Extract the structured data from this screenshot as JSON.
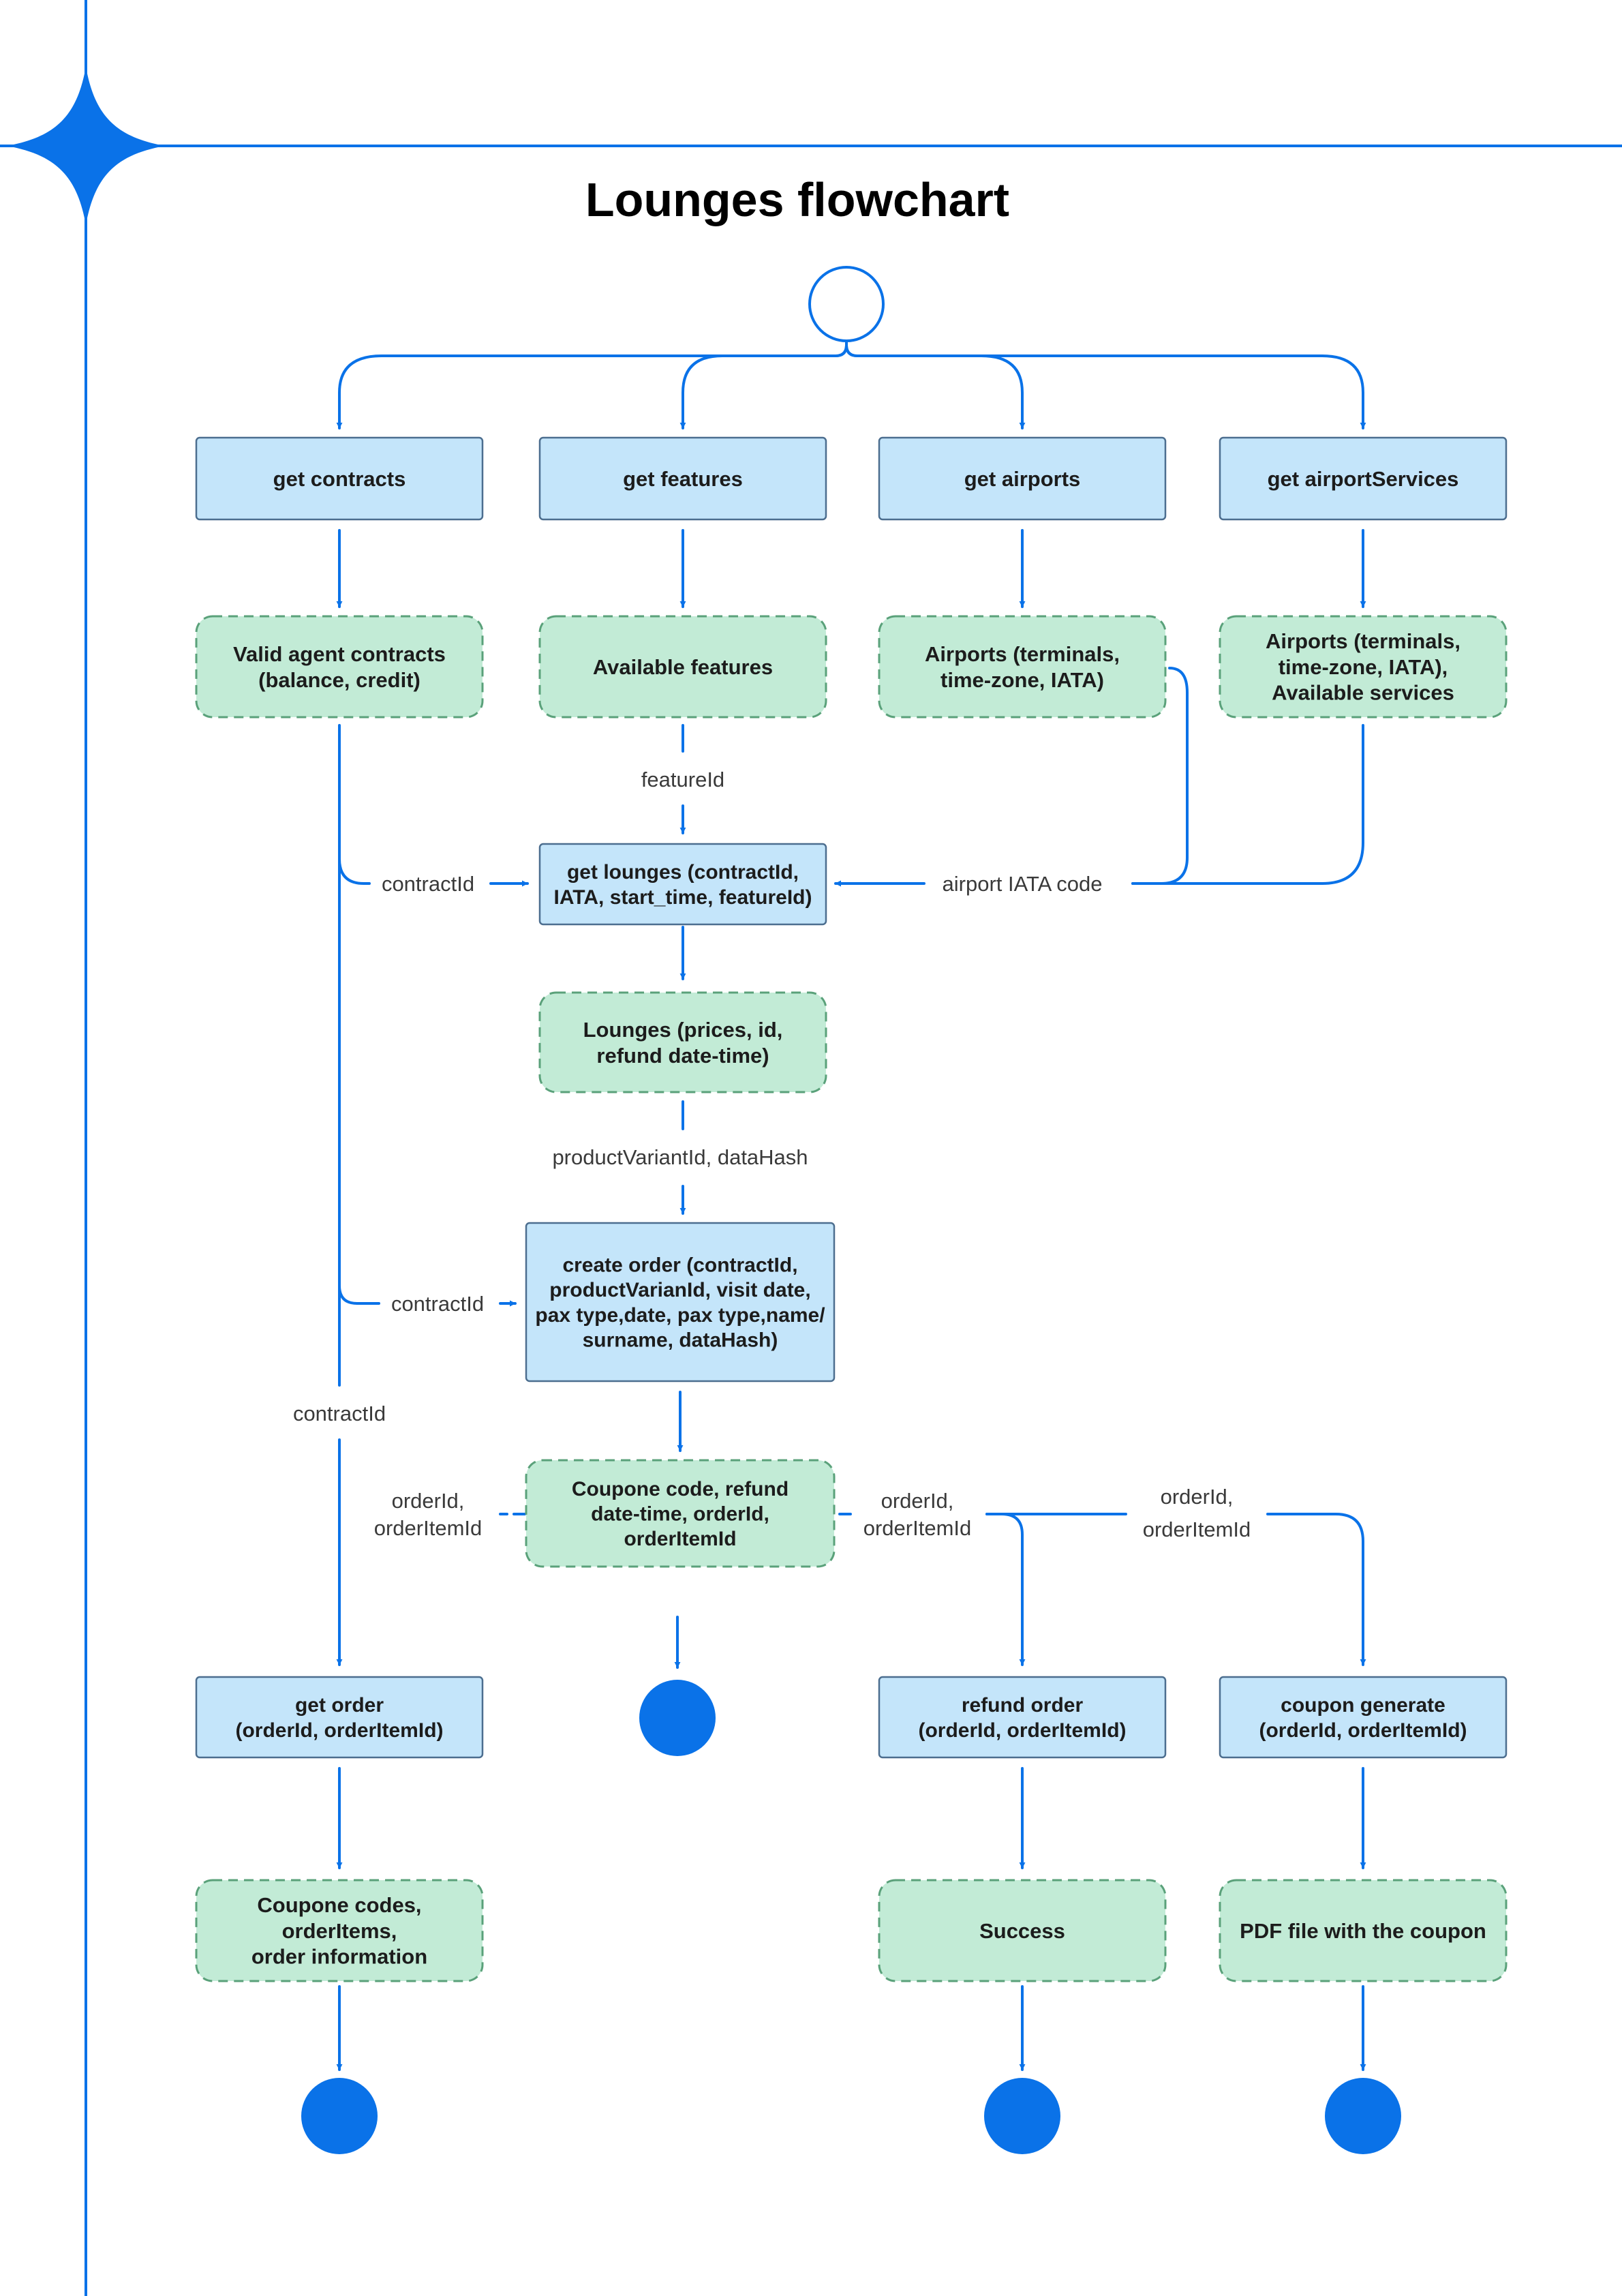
{
  "title": "Lounges flowchart",
  "colors": {
    "accent": "#0A72E8",
    "process_fill": "#C4E5FA",
    "process_stroke": "#4C6E8F",
    "data_fill": "#C2EBD6",
    "data_stroke": "#5AA17A",
    "label": "#3A3A3A",
    "node_text": "#1C1C1C"
  },
  "nodes": {
    "get_contracts": {
      "kind": "process",
      "lines": [
        "get contracts"
      ]
    },
    "get_features": {
      "kind": "process",
      "lines": [
        "get features"
      ]
    },
    "get_airports": {
      "kind": "process",
      "lines": [
        "get airports"
      ]
    },
    "get_airport_services": {
      "kind": "process",
      "lines": [
        "get airportServices"
      ]
    },
    "valid_agent_contracts": {
      "kind": "data",
      "lines": [
        "Valid agent contracts",
        "(balance, credit)"
      ]
    },
    "available_features": {
      "kind": "data",
      "lines": [
        "Available features"
      ]
    },
    "airports_data": {
      "kind": "data",
      "lines": [
        "Airports (terminals,",
        "time-zone, IATA)"
      ]
    },
    "airports_services_data": {
      "kind": "data",
      "lines": [
        "Airports (terminals,",
        "time-zone, IATA),",
        "Available services"
      ]
    },
    "get_lounges": {
      "kind": "process",
      "lines": [
        "get lounges (contractId,",
        "IATA, start_time, featureId)"
      ]
    },
    "lounges_data": {
      "kind": "data",
      "lines": [
        "Lounges (prices, id,",
        "refund date-time)"
      ]
    },
    "create_order": {
      "kind": "process",
      "lines": [
        "create order (contractId,",
        "productVarianId, visit date,",
        "pax type,date, pax type,name/",
        "surname, dataHash)"
      ]
    },
    "coupone_code_data": {
      "kind": "data",
      "lines": [
        "Coupone code, refund",
        "date-time, orderId,",
        "orderItemId"
      ]
    },
    "get_order": {
      "kind": "process",
      "lines": [
        "get order",
        "(orderId, orderItemId)"
      ]
    },
    "refund_order": {
      "kind": "process",
      "lines": [
        "refund order",
        "(orderId, orderItemId)"
      ]
    },
    "coupon_generate": {
      "kind": "process",
      "lines": [
        "coupon generate",
        "(orderId, orderItemId)"
      ]
    },
    "coupone_codes_data": {
      "kind": "data",
      "lines": [
        "Coupone codes,",
        "orderItems,",
        "order information"
      ]
    },
    "success_data": {
      "kind": "data",
      "lines": [
        "Success"
      ]
    },
    "pdf_data": {
      "kind": "data",
      "lines": [
        "PDF file with the coupon"
      ]
    }
  },
  "edge_labels": {
    "feature_id": [
      "featureId"
    ],
    "contract_id_lounges": [
      "contractId"
    ],
    "airport_iata": [
      "airport IATA code"
    ],
    "variant_hash": [
      "productVariantId, dataHash"
    ],
    "contract_id_order": [
      "contractId"
    ],
    "contract_id_get_order": [
      "contractId"
    ],
    "order_ids_left": [
      "orderId,",
      "orderItemId"
    ],
    "order_ids_right": [
      "orderId,",
      "orderItemId"
    ],
    "order_ids_coupon": [
      "orderId,",
      "orderItemId"
    ]
  }
}
